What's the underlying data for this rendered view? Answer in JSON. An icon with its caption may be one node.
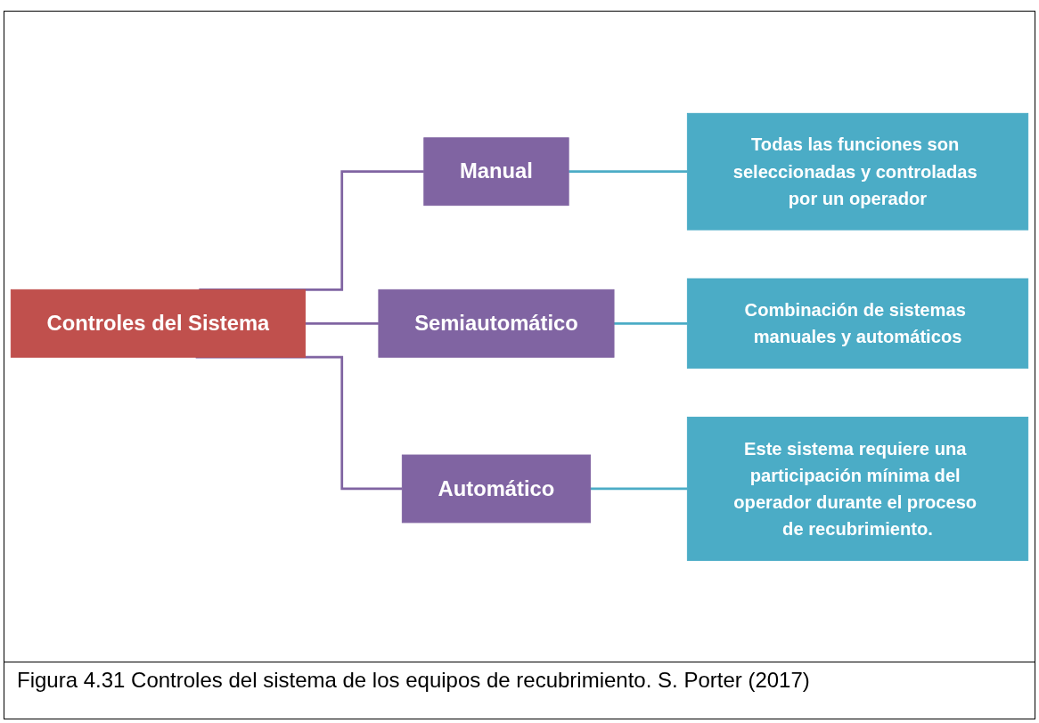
{
  "diagram": {
    "caption": "Figura 4.31 Controles del sistema de los equipos de recubrimiento. S. Porter (2017)",
    "nodes": [
      {
        "text": [
          "Controles del Sistema"
        ]
      },
      {
        "text": [
          "Manual"
        ]
      },
      {
        "text": [
          "Semiautomático"
        ]
      },
      {
        "text": [
          "Automático"
        ]
      },
      {
        "text": [
          "Todas las funciones son seleccionadas y controladas por un operador"
        ]
      },
      {
        "text": [
          "Combinación de sistemas manuales y automáticos"
        ]
      },
      {
        "text": [
          "Este sistema requiere una participación mínima del operador durante el proceso de recubrimiento."
        ]
      }
    ],
    "edges": [
      {
        "from": 0,
        "to": 1,
        "arrow": "none",
        "color": "#8064a2"
      },
      {
        "from": 0,
        "to": 2,
        "arrow": "none",
        "color": "#8064a2"
      },
      {
        "from": 0,
        "to": 3,
        "arrow": "none",
        "color": "#8064a2"
      },
      {
        "from": 1,
        "to": 4,
        "arrow": "none",
        "color": "#4bacc6"
      },
      {
        "from": 2,
        "to": 5,
        "arrow": "none",
        "color": "#4bacc6"
      },
      {
        "from": 3,
        "to": 6,
        "arrow": "none",
        "color": "#4bacc6"
      }
    ]
  }
}
